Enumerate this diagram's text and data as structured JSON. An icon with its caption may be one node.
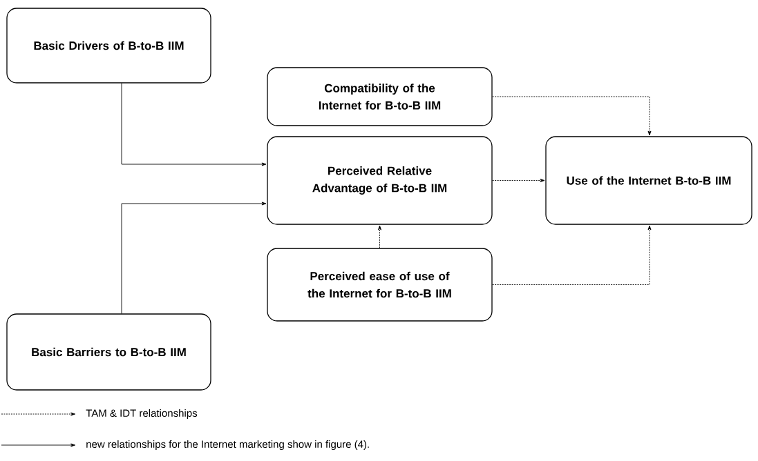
{
  "diagram": {
    "nodes": [
      {
        "text": [
          "Basic Drivers of B-to-B IIM"
        ]
      },
      {
        "text": [
          "Compatibility of the Internet for B-to-B IIM"
        ]
      },
      {
        "text": [
          "Perceived Relative Advantage of B-to-B IIM"
        ]
      },
      {
        "text": [
          "Use of the Internet B-to-B IIM"
        ]
      },
      {
        "text": [
          "Perceived ease of use of the Internet for B-to-B IIM"
        ]
      },
      {
        "text": [
          "Basic Barriers to B-to-B IIM"
        ]
      }
    ],
    "edges": [
      {
        "from": 0,
        "to": 2,
        "arrow": "to"
      },
      {
        "from": 5,
        "to": 2,
        "arrow": "to"
      },
      {
        "from": 1,
        "to": 3,
        "arrow": "to",
        "style": "dashed"
      },
      {
        "from": 2,
        "to": 3,
        "arrow": "to",
        "style": "dashed"
      },
      {
        "from": 4,
        "to": 2,
        "arrow": "to",
        "style": "dashed"
      },
      {
        "from": 4,
        "to": 3,
        "arrow": "to",
        "style": "dashed"
      }
    ],
    "legend": [
      {
        "text": "TAM & IDT relationships"
      },
      {
        "text": "new relationships for the Internet marketing show in figure (4)."
      }
    ]
  }
}
